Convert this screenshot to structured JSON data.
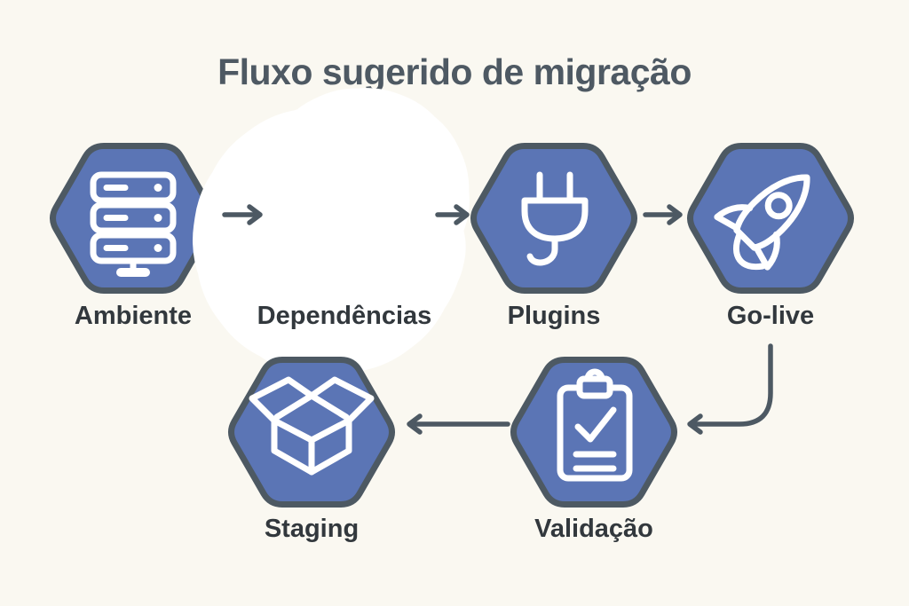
{
  "title": "Fluxo sugerido de migração",
  "colors": {
    "background": "#faf8f1",
    "hex_fill": "#5b75b5",
    "hex_border": "#4d5963",
    "icon_stroke": "#ffffff",
    "connector": "#4d5963",
    "title_text": "#4e5963",
    "label_text": "#32383d"
  },
  "nodes": [
    {
      "id": "ambiente",
      "label": "Ambiente",
      "icon": "server-icon"
    },
    {
      "id": "dependencias",
      "label": "Dependências",
      "icon": "gears-icon"
    },
    {
      "id": "plugins",
      "label": "Plugins",
      "icon": "plug-icon"
    },
    {
      "id": "go-live",
      "label": "Go-live",
      "icon": "rocket-icon"
    },
    {
      "id": "validacao",
      "label": "Validação",
      "icon": "clipboard-check-icon"
    },
    {
      "id": "staging",
      "label": "Staging",
      "icon": "open-box-icon"
    }
  ],
  "connectors": [
    {
      "from": "Ambiente",
      "to": "Dependências"
    },
    {
      "from": "Dependências",
      "to": "Plugins"
    },
    {
      "from": "Plugins",
      "to": "Go-live"
    },
    {
      "from": "Go-live",
      "to": "Validação"
    },
    {
      "from": "Validação",
      "to": "Staging"
    }
  ]
}
